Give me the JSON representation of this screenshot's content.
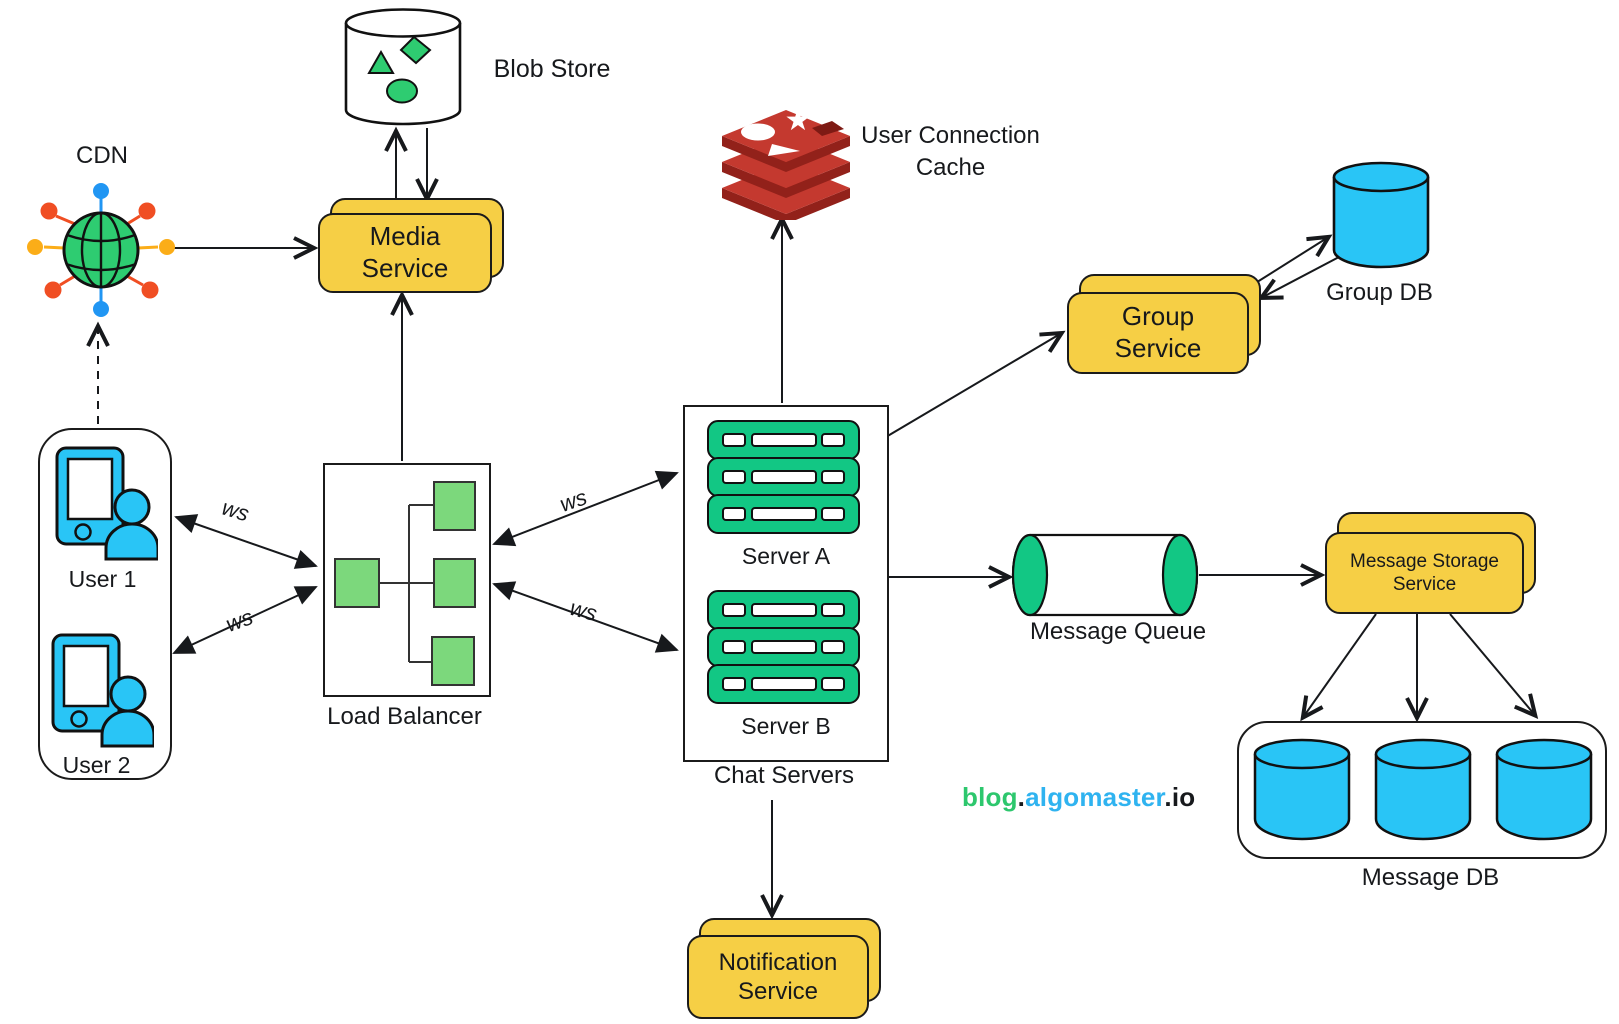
{
  "palette": {
    "ink": "#17191c",
    "yellow": "#F6CF45",
    "emerald": "#12C784",
    "light-green": "#7CD87C",
    "shape-green": "#2ECC71",
    "cyan": "#29C5F6",
    "redis-red": "#C4392F",
    "redis-dark": "#92211A",
    "redis-hole": "#7E1A14",
    "dot-blue": "#2196F3",
    "dot-amber": "#FBAD18",
    "dot-orange": "#F04E23",
    "wm-green": "#2DC76D",
    "wm-blue": "#2FB3F0"
  },
  "nodes": {
    "cdn": {
      "label": "CDN"
    },
    "users": {
      "user1": "User 1",
      "user2": "User 2"
    },
    "blob_store": {
      "label": "Blob Store"
    },
    "media_service": {
      "label": "Media Service"
    },
    "user_connection_cache": {
      "label": "User Connection Cache"
    },
    "group_service": {
      "label": "Group Service"
    },
    "group_db": {
      "label": "Group DB"
    },
    "load_balancer": {
      "label": "Load Balancer"
    },
    "chat_servers": {
      "label": "Chat Servers",
      "server_a": "Server A",
      "server_b": "Server B"
    },
    "message_queue": {
      "label": "Message Queue"
    },
    "message_storage_service": {
      "label": "Message Storage Service"
    },
    "message_db": {
      "label": "Message DB"
    },
    "notification_service": {
      "label": "Notification Service"
    }
  },
  "edge_labels": {
    "ws1": "ws",
    "ws2": "ws",
    "ws3": "ws",
    "ws4": "ws"
  },
  "watermark": {
    "segments": [
      {
        "text": "blog",
        "color": "#2DC76D"
      },
      {
        "text": ".",
        "color": "#17191c"
      },
      {
        "text": "algomaster",
        "color": "#2FB3F0"
      },
      {
        "text": ".io",
        "color": "#17191c"
      }
    ]
  }
}
